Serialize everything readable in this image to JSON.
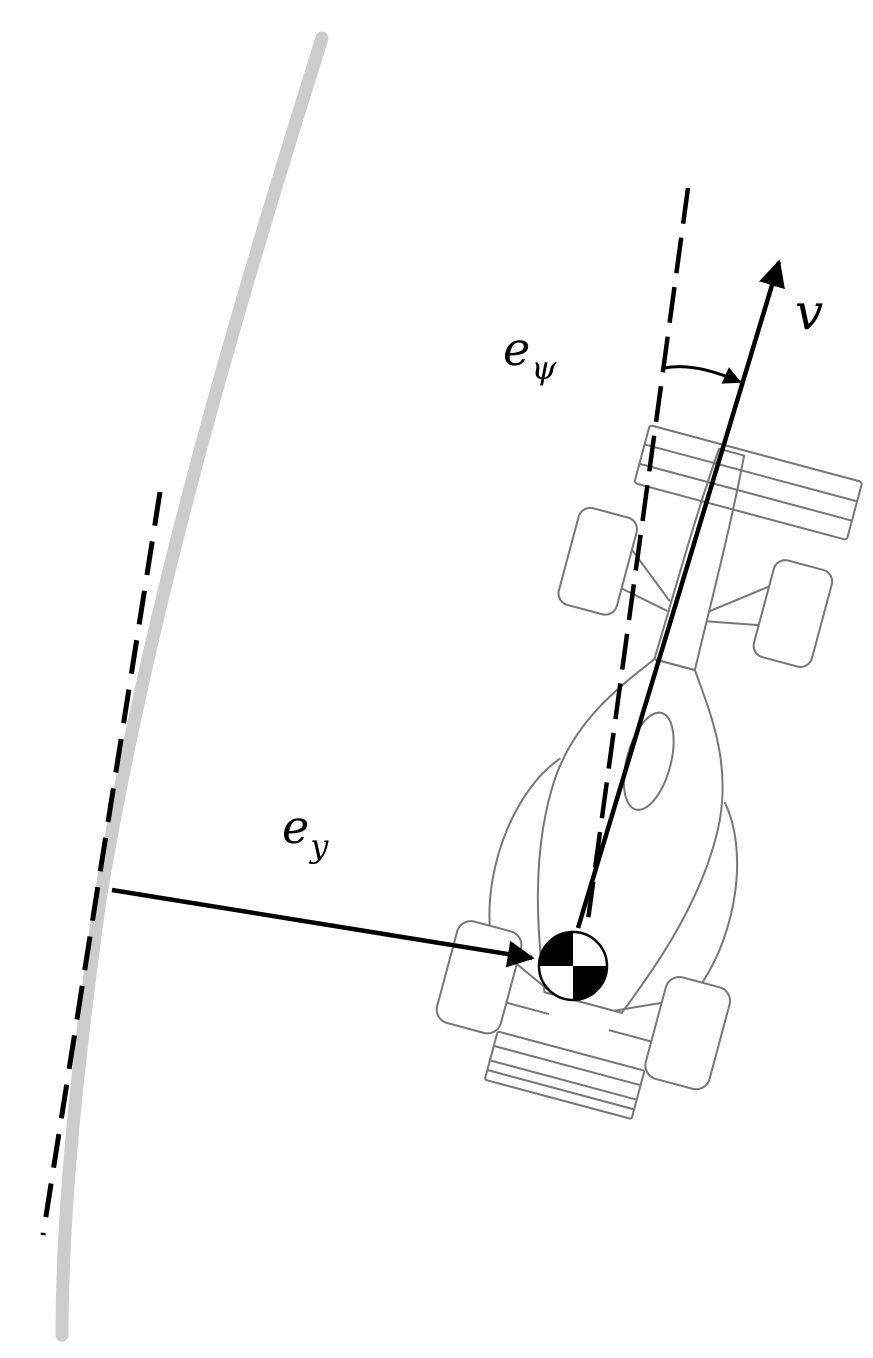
{
  "labels": {
    "heading_error": {
      "main": "e",
      "sub": "ψ"
    },
    "lateral_error": {
      "main": "e",
      "sub": "y"
    },
    "velocity": "v"
  },
  "colors": {
    "track_edge": "#cccccc",
    "ink": "#000000",
    "car_outline": "#777777"
  }
}
